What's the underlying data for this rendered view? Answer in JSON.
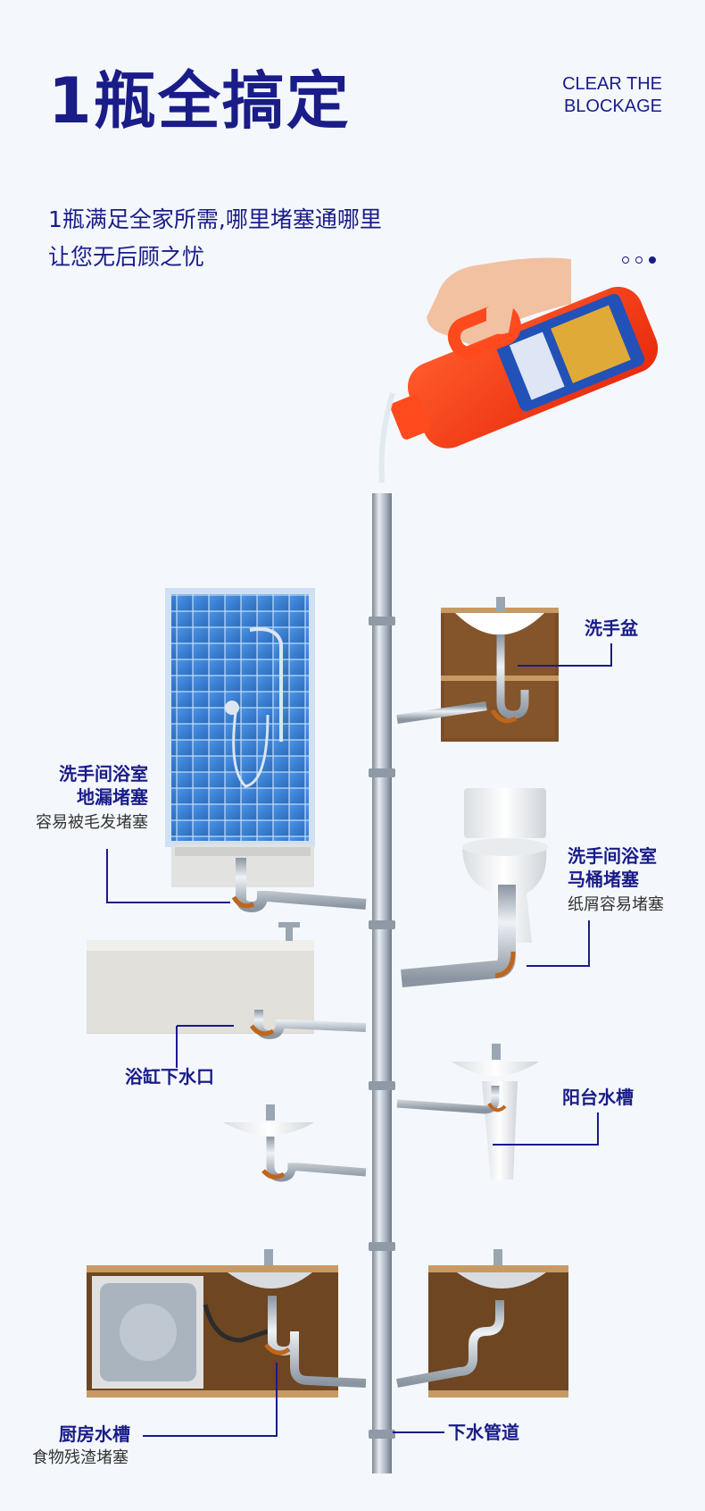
{
  "header": {
    "title": "1瓶全搞定",
    "en_line1": "CLEAR THE",
    "en_line2": "BLOCKAGE",
    "subtitle_line1": "1瓶满足全家所需,哪里堵塞通哪里",
    "subtitle_line2": "让您无后顾之忧"
  },
  "carousel": {
    "count": 3,
    "active_index": 2
  },
  "labels": {
    "washbasin": "洗手盆",
    "floor_drain_line1": "洗手间浴室",
    "floor_drain_line2": "地漏堵塞",
    "floor_drain_desc": "容易被毛发堵塞",
    "toilet_line1": "洗手间浴室",
    "toilet_line2": "马桶堵塞",
    "toilet_desc": "纸屑容易堵塞",
    "bathtub": "浴缸下水口",
    "balcony_sink": "阳台水槽",
    "kitchen_sink": "厨房水槽",
    "kitchen_desc": "食物残渣堵塞",
    "drain_pipe": "下水管道"
  },
  "colors": {
    "brand_navy": "#1a1c88",
    "bottle_orange": "#ff3d14",
    "tile_blue": "#3d84d8",
    "cabinet_brown": "#6e4622",
    "pipe_grey": "#a9b4c0"
  }
}
